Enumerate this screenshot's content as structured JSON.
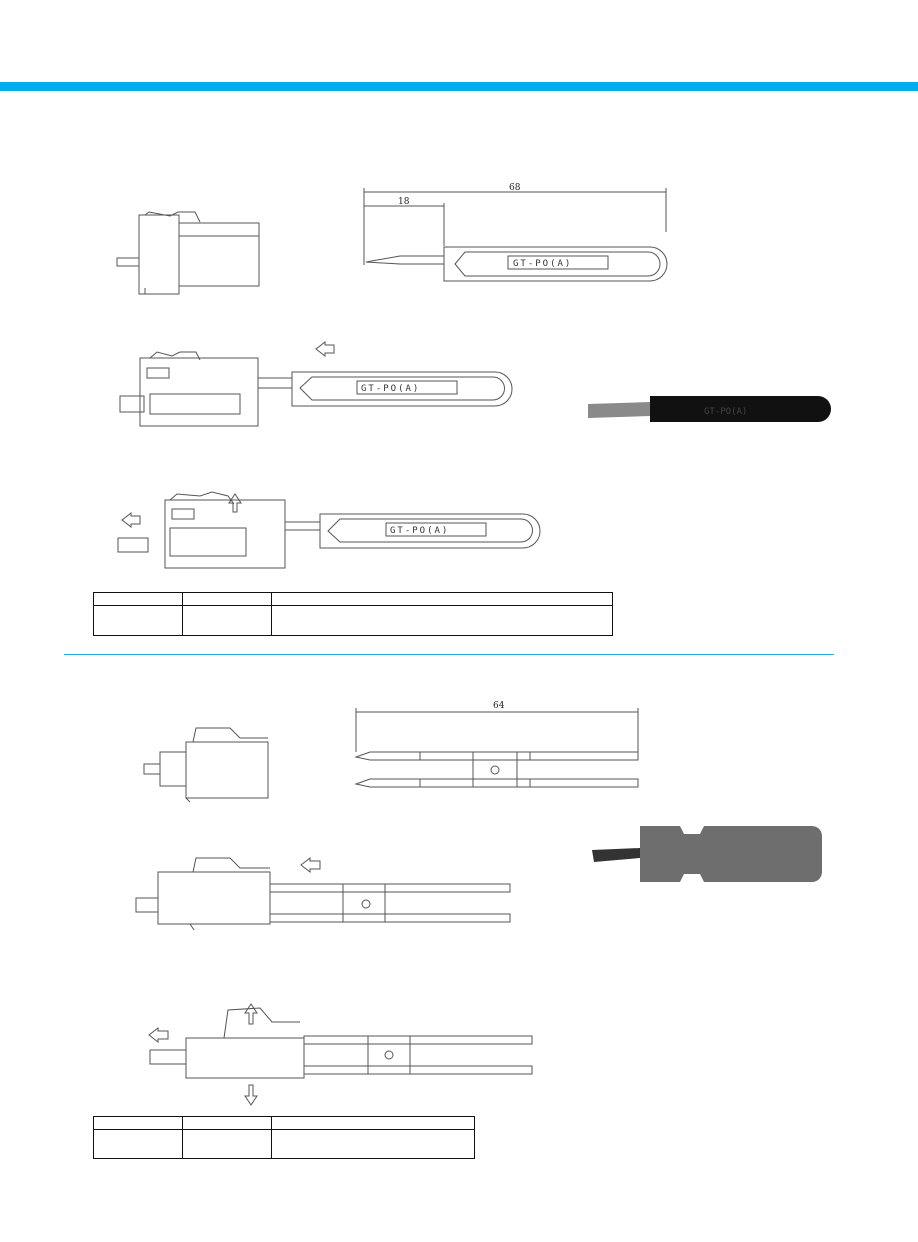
{
  "colors": {
    "accent": "#00aeef",
    "divider": "#29a8e0",
    "line": "#555555"
  },
  "section1": {
    "dimension_total": "68",
    "dimension_tip": "18",
    "tool_marking": "GT-PO(A)",
    "tool_marking_spaced": "GT－PO（A）",
    "table": {
      "rows": [
        [
          "",
          "",
          ""
        ],
        [
          "",
          "",
          ""
        ]
      ]
    }
  },
  "section2": {
    "dimension_total": "64",
    "table": {
      "rows": [
        [
          "",
          "",
          ""
        ],
        [
          "",
          "",
          ""
        ]
      ]
    }
  }
}
